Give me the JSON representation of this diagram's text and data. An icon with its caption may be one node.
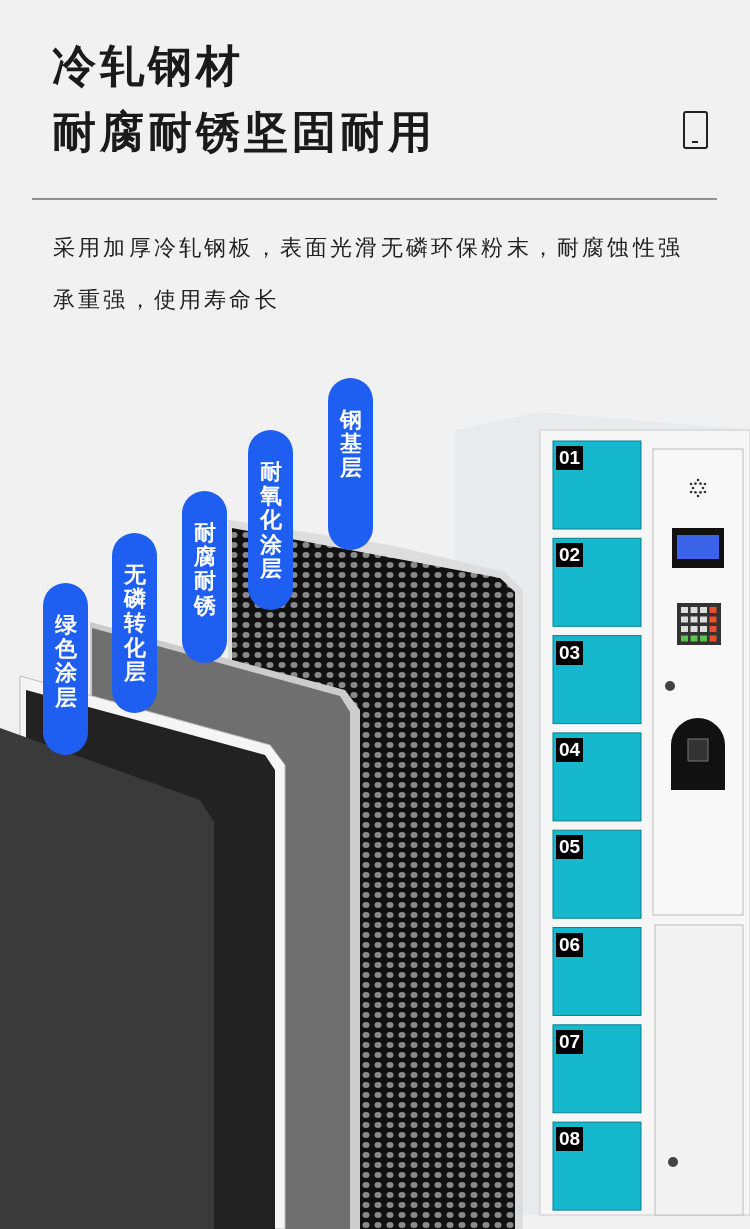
{
  "diagram": {
    "title": "冷轧钢材",
    "nodes": [
      {
        "text": [
          "绿色涂层"
        ]
      },
      {
        "text": [
          "无磷转化层"
        ]
      },
      {
        "text": [
          "耐腐耐锈"
        ]
      },
      {
        "text": [
          "耐氧化涂层"
        ]
      },
      {
        "text": [
          "钢基层"
        ]
      }
    ],
    "labels": [
      "耐腐耐锈坚固耐用",
      "采用加厚冷轧钢板，表面光滑无磷环保粉末，耐腐蚀性强承重强，使用寿命长",
      "01",
      "02",
      "03",
      "04",
      "05",
      "06",
      "07",
      "08"
    ]
  }
}
